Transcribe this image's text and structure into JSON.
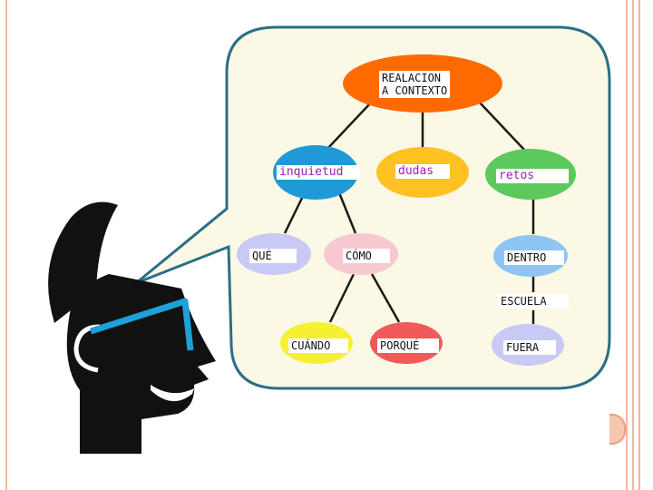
{
  "diagram": {
    "root": {
      "label": "REALACION\nA CONTEXTO",
      "color": "#ff6a00"
    },
    "nodes": {
      "inquietud": {
        "label": "inquietud",
        "color": "#1f9ad6"
      },
      "dudas": {
        "label": "dudas",
        "color": "#ffc220"
      },
      "retos": {
        "label": "retos",
        "color": "#5cc95c"
      },
      "que": {
        "label": "QUÉ",
        "color": "#c9c9f5"
      },
      "como": {
        "label": "CÓMO",
        "color": "#f7c9cf"
      },
      "cuando": {
        "label": "CUÁNDO",
        "color": "#f6f033"
      },
      "porque": {
        "label": "PORQUÉ",
        "color": "#f05a5a"
      },
      "dentro": {
        "label": "DENTRO",
        "color": "#8ec5f2"
      },
      "escuela": {
        "label": "ESCUELA"
      },
      "fuera": {
        "label": "FUERA",
        "color": "#c9c9f5"
      }
    },
    "bubble_color": "#fbf8e6",
    "bubble_border": "#2a6f86",
    "label_accent": "#9b1fb3"
  },
  "illustration": {
    "figure": "thinking-person-icon",
    "glasses_color": "#1ea0d8"
  },
  "theme": {
    "frame_color": "#f0b7a0",
    "badge_color": "#f6c7ae"
  }
}
